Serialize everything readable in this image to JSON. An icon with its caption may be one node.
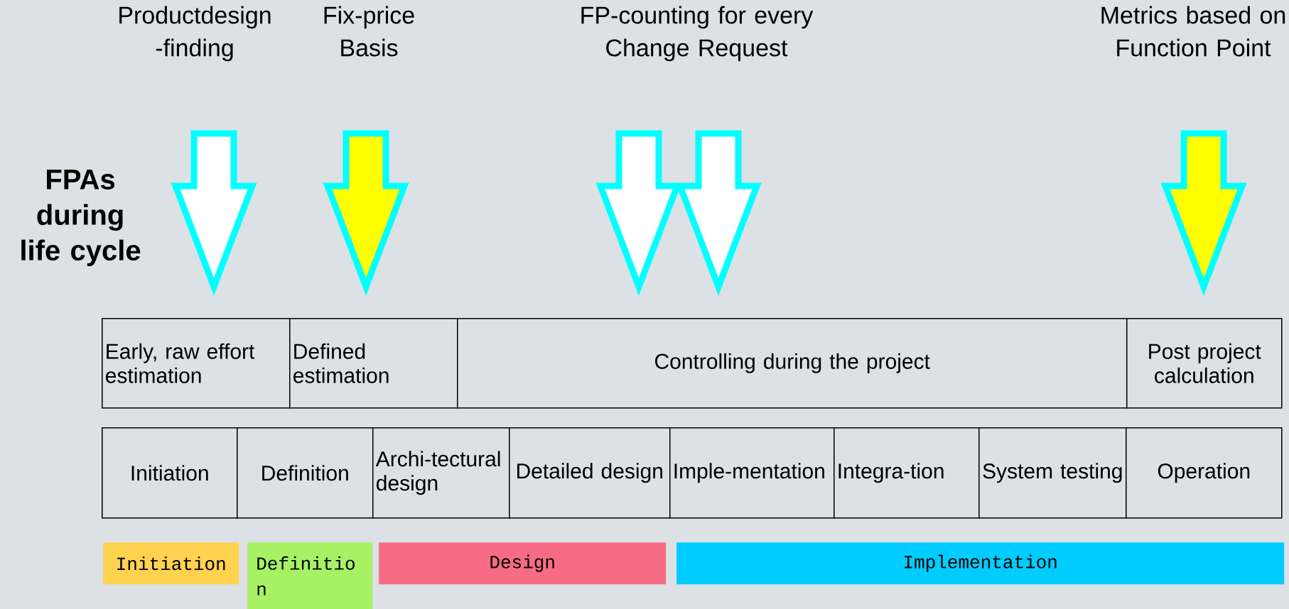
{
  "diagram": {
    "nodes": [
      {
        "text": [
          "Early, raw effort estimation"
        ]
      },
      {
        "text": [
          "Defined estimation"
        ]
      },
      {
        "text": [
          "Controlling during the project"
        ]
      },
      {
        "text": [
          "Post project calculation"
        ]
      },
      {
        "text": [
          "Initiation"
        ]
      },
      {
        "text": [
          "Definition"
        ]
      },
      {
        "text": [
          "Archi-tectural design"
        ]
      },
      {
        "text": [
          "Detailed design"
        ]
      },
      {
        "text": [
          "Imple-mentation"
        ]
      },
      {
        "text": [
          "Integra-tion"
        ]
      },
      {
        "text": [
          "System testing"
        ]
      },
      {
        "text": [
          "Operation"
        ]
      },
      {
        "text": [
          "Initiation"
        ]
      },
      {
        "text": [
          "Definitio n"
        ]
      },
      {
        "text": [
          "Design"
        ]
      },
      {
        "text": [
          "Implementation"
        ]
      }
    ],
    "edges": [],
    "labels": [
      "Productdesign -finding",
      "Fix-price Basis",
      "FP-counting for every Change Request",
      "Metrics based on Function Point",
      "FPAs during life cycle"
    ]
  }
}
